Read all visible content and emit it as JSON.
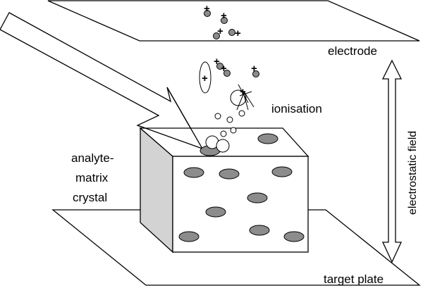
{
  "labels": {
    "electrode": "electrode",
    "target_plate": "target plate",
    "ionisation": "ionisation",
    "crystal_line1": "analyte-",
    "crystal_line2": "matrix",
    "crystal_line3": "crystal",
    "field": "electrostatic field"
  },
  "ion_sign": "+",
  "colors": {
    "stroke": "#000000",
    "spot_fill": "#8c8c8c",
    "ion_fill": "#8c8c8c",
    "crystal_side_fill": "#d3d3d3",
    "background": "#ffffff"
  }
}
